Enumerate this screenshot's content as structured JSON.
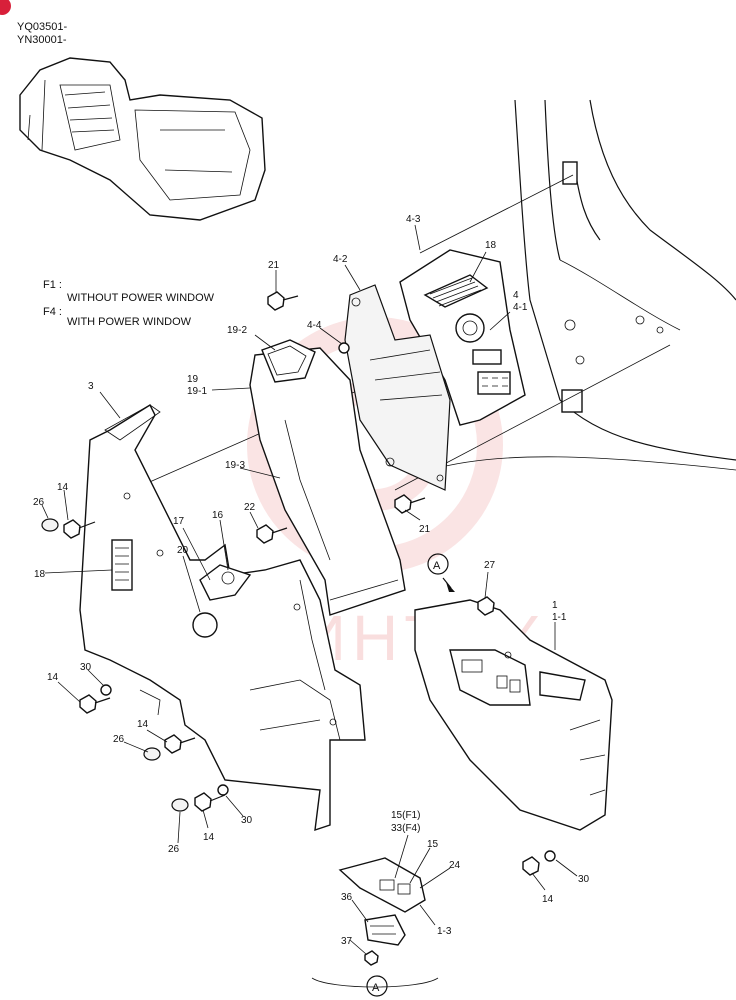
{
  "header": {
    "serial_1": "YQ03501-",
    "serial_2": "YN30001-"
  },
  "legend": {
    "f1_code": "F1 :",
    "f1_text": "WITHOUT POWER WINDOW",
    "f4_code": "F4 :",
    "f4_text": "WITH POWER WINDOW"
  },
  "watermark": {
    "text": "ИНТЕХ",
    "color": "#f2b8b8"
  },
  "view_marker": {
    "letter": "A"
  },
  "callouts": {
    "c43": "4-3",
    "c18a": "18",
    "c42": "4-2",
    "c21a": "21",
    "c4": "4",
    "c41": "4-1",
    "c44": "4-4",
    "c192": "19-2",
    "c19": "19",
    "c191": "19-1",
    "c3": "3",
    "c193": "19-3",
    "c14a": "14",
    "c26a": "26",
    "c22": "22",
    "c21b": "21",
    "c17": "17",
    "c16": "16",
    "c20": "20",
    "c18b": "18",
    "c27": "27",
    "c1": "1",
    "c11": "1-1",
    "c30a": "30",
    "c14b": "14",
    "c14c": "14",
    "c26b": "26",
    "c14d": "14",
    "c30b": "30",
    "c26c": "26",
    "c15f1": "15(F1)",
    "c33f4": "33(F4)",
    "c15": "15",
    "c24": "24",
    "c36": "36",
    "c13": "1-3",
    "c37": "37",
    "c30c": "30",
    "c14e": "14"
  }
}
